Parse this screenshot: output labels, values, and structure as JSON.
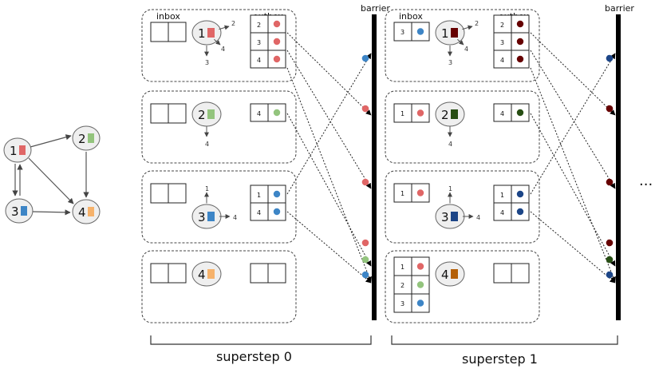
{
  "colors": {
    "v1_s0": "#e06666",
    "v2_s0": "#93c47d",
    "v3_s0": "#3d85c6",
    "v4_s0": "#f6b26b",
    "v1_s1": "#660000",
    "v2_s1": "#274e13",
    "v3_s1": "#1c4587",
    "v4_s1": "#b45f06",
    "box_fill": "#ffffff",
    "node_fill": "#efefef",
    "barrier": "#000000"
  },
  "graph": {
    "nodes": [
      "1",
      "2",
      "3",
      "4"
    ]
  },
  "labels": {
    "inbox": "inbox",
    "outbox": "outbox",
    "barrier": "barrier",
    "ellipsis": "...",
    "superstep0": "superstep 0",
    "superstep1": "superstep 1"
  },
  "supersteps": [
    {
      "vertices": [
        {
          "id": "1",
          "targets": [
            "2",
            "3",
            "4"
          ],
          "outbox": [
            "2",
            "3",
            "4"
          ],
          "inbox": []
        },
        {
          "id": "2",
          "targets": [
            "4"
          ],
          "outbox": [
            "4"
          ],
          "inbox": []
        },
        {
          "id": "3",
          "targets": [
            "1",
            "4"
          ],
          "outbox": [
            "1",
            "4"
          ],
          "inbox": []
        },
        {
          "id": "4",
          "targets": [],
          "outbox": [],
          "inbox": []
        }
      ]
    },
    {
      "vertices": [
        {
          "id": "1",
          "targets": [
            "2",
            "3",
            "4"
          ],
          "outbox": [
            "2",
            "3",
            "4"
          ],
          "inbox": [
            "3"
          ]
        },
        {
          "id": "2",
          "targets": [
            "4"
          ],
          "outbox": [
            "4"
          ],
          "inbox": [
            "1"
          ]
        },
        {
          "id": "3",
          "targets": [
            "1",
            "4"
          ],
          "outbox": [
            "1",
            "4"
          ],
          "inbox": [
            "1"
          ]
        },
        {
          "id": "4",
          "targets": [],
          "outbox": [],
          "inbox": [
            "1",
            "2",
            "3"
          ]
        }
      ]
    }
  ]
}
